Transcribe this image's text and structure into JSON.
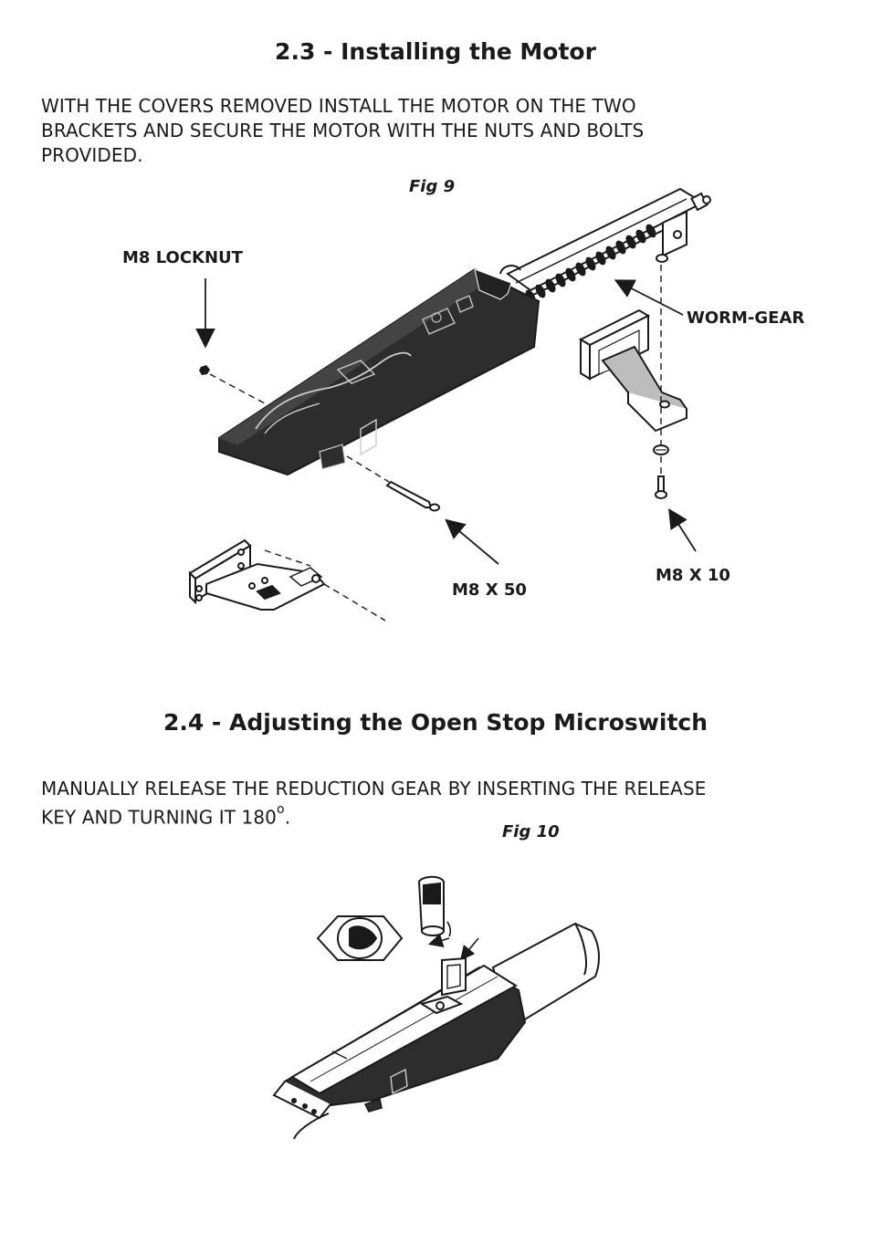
{
  "section_23": {
    "title": "2.3 - Installing the Motor",
    "body_line1": "WITH THE COVERS REMOVED INSTALL THE MOTOR ON THE TWO",
    "body_line2": "BRACKETS AND SECURE THE MOTOR WITH THE NUTS AND BOLTS",
    "body_line3": "PROVIDED.",
    "figure_label": "Fig 9",
    "callouts": {
      "locknut": "M8 LOCKNUT",
      "worm_gear": "WORM-GEAR",
      "bolt_long": "M8 X 50",
      "bolt_short": "M8 X 10"
    }
  },
  "section_24": {
    "title": "2.4 - Adjusting the Open Stop Microswitch",
    "body_line1": "MANUALLY RELEASE THE REDUCTION GEAR BY INSERTING THE RELEASE",
    "body_line2_text": "KEY AND TURNING IT 180",
    "degree_symbol": "o",
    "body_line2_end": ".",
    "figure_label": "Fig 10"
  }
}
